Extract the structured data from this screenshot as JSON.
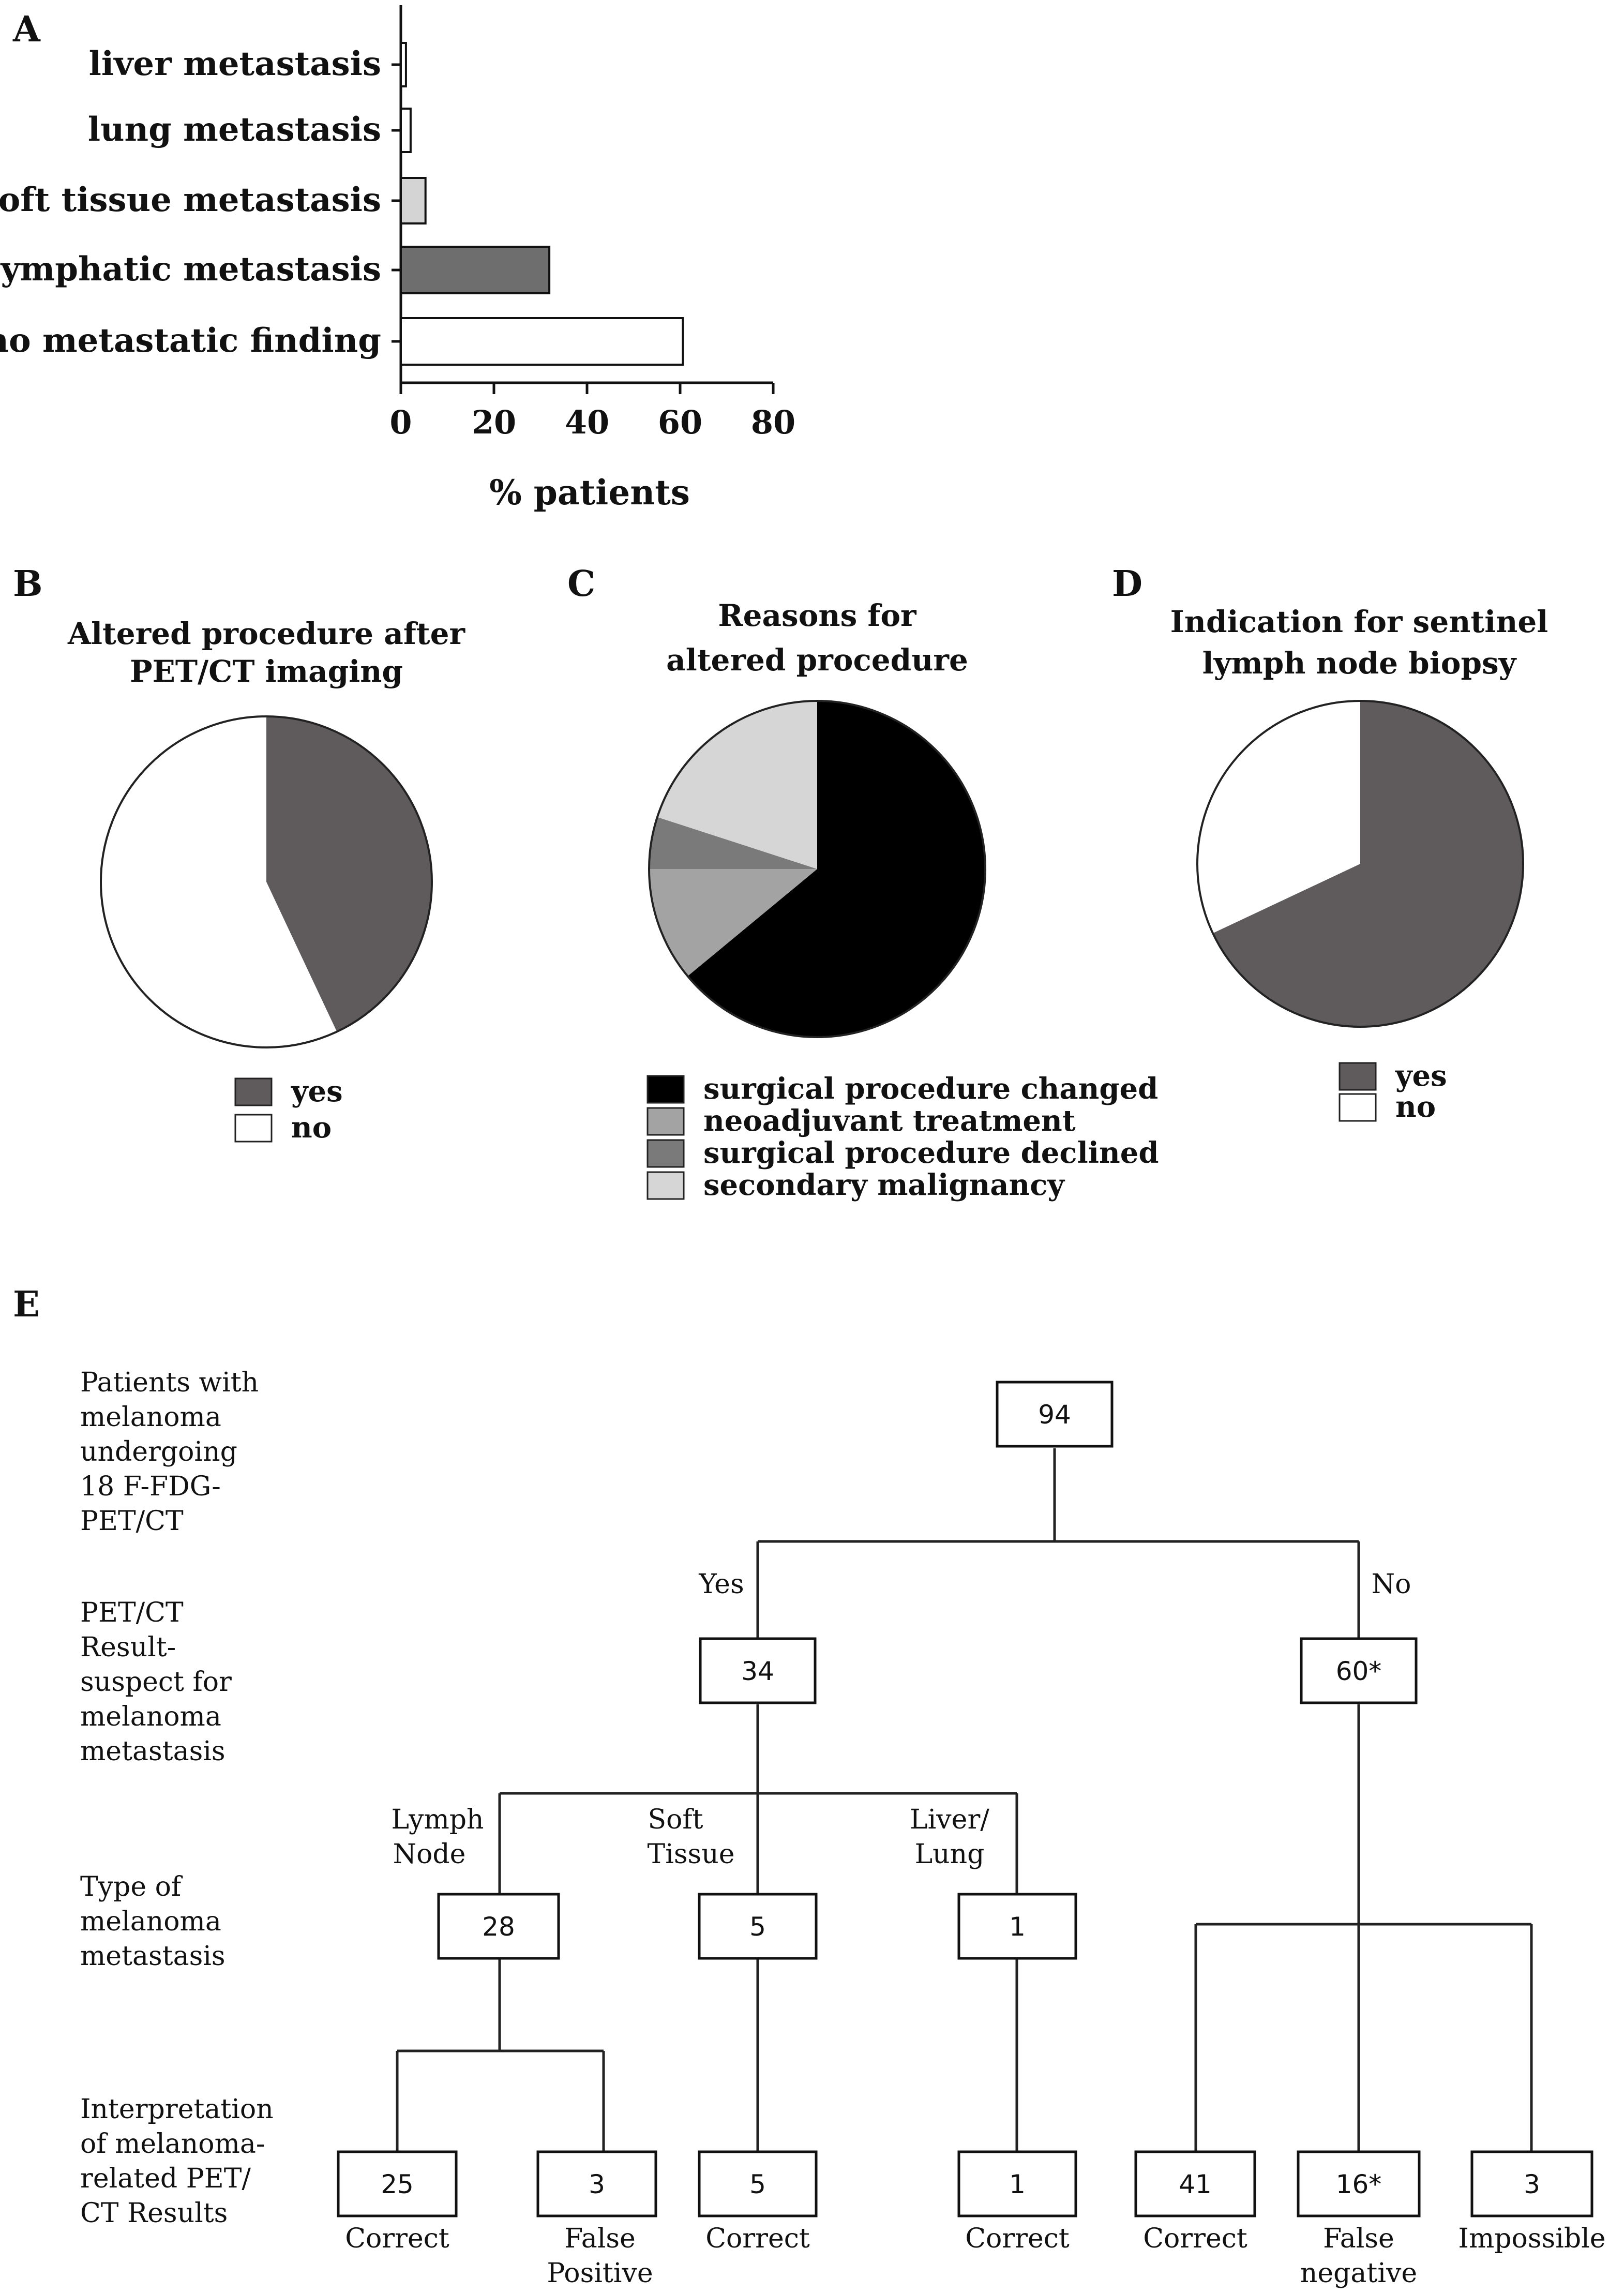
{
  "chart_data": [
    {
      "panel": "A",
      "type": "bar",
      "orientation": "horizontal",
      "categories": [
        "liver metastasis",
        "lung metastasis",
        "soft tissue metastasis",
        "lymphatic metastasis",
        "no metastatic finding"
      ],
      "values": [
        1.1,
        2.1,
        5.3,
        31.9,
        60.6
      ],
      "colors": [
        "#ffffff",
        "#ffffff",
        "#d4d4d4",
        "#6e6e6e",
        "#ffffff"
      ],
      "xlabel": "% patients",
      "xlim": [
        0,
        80
      ],
      "xticks": [
        0,
        20,
        40,
        60,
        80
      ]
    },
    {
      "panel": "B",
      "type": "pie",
      "title_lines": [
        "Altered procedure after",
        "PET/CT imaging"
      ],
      "slices": [
        {
          "label": "yes",
          "value": 43,
          "color": "#5f5b5c"
        },
        {
          "label": "no",
          "value": 57,
          "color": "#ffffff"
        }
      ]
    },
    {
      "panel": "C",
      "type": "pie",
      "title_lines": [
        "Reasons for",
        "altered procedure"
      ],
      "slices": [
        {
          "label": "surgical procedure changed",
          "value": 64,
          "color": "#000000"
        },
        {
          "label": "neoadjuvant treatment",
          "value": 11,
          "color": "#a3a3a3"
        },
        {
          "label": "surgical procedure declined",
          "value": 5,
          "color": "#7a7a7a"
        },
        {
          "label": "secondary malignancy",
          "value": 20,
          "color": "#d6d6d6"
        }
      ]
    },
    {
      "panel": "D",
      "type": "pie",
      "title_lines": [
        "Indication for sentinel",
        "lymph node biopsy"
      ],
      "slices": [
        {
          "label": "yes",
          "value": 68,
          "color": "#5f5b5c"
        },
        {
          "label": "no",
          "value": 32,
          "color": "#ffffff"
        }
      ]
    }
  ],
  "panels": {
    "a": "A",
    "b": "B",
    "c": "C",
    "d": "D",
    "e": "E"
  },
  "flowchart": {
    "row_labels": {
      "r1": [
        "Patients with",
        "melanoma",
        "undergoing",
        "18 F-FDG-",
        "PET/CT"
      ],
      "r2": [
        "PET/CT",
        "Result-",
        "suspect for",
        "melanoma",
        "metastasis"
      ],
      "r3": [
        "Type of",
        "melanoma",
        "metastasis"
      ],
      "r4": [
        "Interpretation",
        "of melanoma-",
        "related  PET/",
        "CT Results"
      ]
    },
    "branch_labels": {
      "yes": "Yes",
      "no": "No",
      "lymph": [
        "Lymph",
        "Node"
      ],
      "soft": [
        "Soft",
        "Tissue"
      ],
      "liver": [
        "Liver/",
        "Lung"
      ]
    },
    "boxes": {
      "total": "94",
      "yes": "34",
      "no": "60*",
      "lymph": "28",
      "soft": "5",
      "liver": "1",
      "r25": "25",
      "r3fp": "3",
      "r5": "5",
      "r1": "1",
      "r41": "41",
      "r16": "16*",
      "r3imp": "3"
    },
    "outcomes": {
      "c1": [
        "Correct"
      ],
      "fp": [
        "False",
        "Positive"
      ],
      "c2": [
        "Correct"
      ],
      "c3": [
        "Correct"
      ],
      "c4": [
        "Correct"
      ],
      "fn": [
        "False",
        "negative"
      ],
      "imp": [
        "Impossible"
      ]
    }
  }
}
